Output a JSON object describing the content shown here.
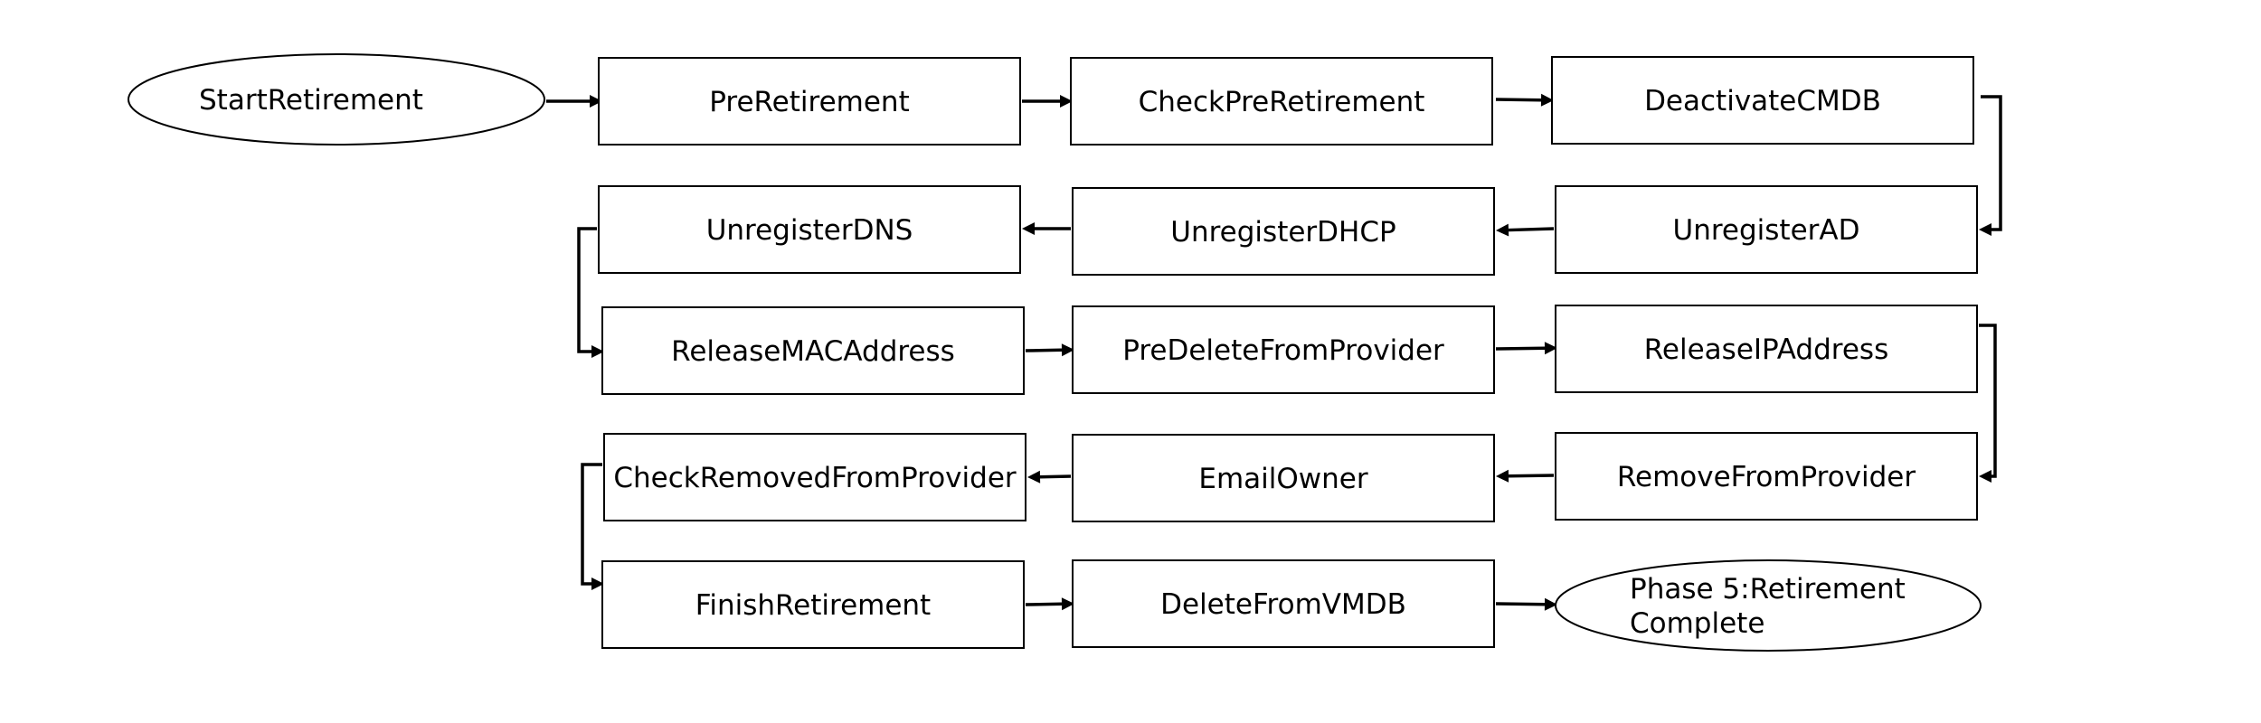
{
  "nodes": [
    {
      "id": "start",
      "label": "StartRetirement",
      "shape": "terminal"
    },
    {
      "id": "preretire",
      "label": "PreRetirement",
      "shape": "process"
    },
    {
      "id": "checkpre",
      "label": "CheckPreRetirement",
      "shape": "process"
    },
    {
      "id": "deactcmdb",
      "label": "DeactivateCMDB",
      "shape": "process"
    },
    {
      "id": "unregad",
      "label": "UnregisterAD",
      "shape": "process"
    },
    {
      "id": "unregdhcp",
      "label": "UnregisterDHCP",
      "shape": "process"
    },
    {
      "id": "unregdns",
      "label": "UnregisterDNS",
      "shape": "process"
    },
    {
      "id": "relmac",
      "label": "ReleaseMACAddress",
      "shape": "process"
    },
    {
      "id": "predelete",
      "label": "PreDeleteFromProvider",
      "shape": "process"
    },
    {
      "id": "relip",
      "label": "ReleaseIPAddress",
      "shape": "process"
    },
    {
      "id": "removeprov",
      "label": "RemoveFromProvider",
      "shape": "process"
    },
    {
      "id": "emailowner",
      "label": "EmailOwner",
      "shape": "process"
    },
    {
      "id": "checkremoved",
      "label": "CheckRemovedFromProvider",
      "shape": "process"
    },
    {
      "id": "finish",
      "label": "FinishRetirement",
      "shape": "process"
    },
    {
      "id": "delvmdb",
      "label": "DeleteFromVMDB",
      "shape": "process"
    },
    {
      "id": "complete",
      "label": "Phase 5:Retirement Complete",
      "label_lines": [
        "Phase 5:Retirement",
        "Complete"
      ],
      "shape": "terminal"
    }
  ],
  "edges": [
    {
      "from": "start",
      "to": "preretire"
    },
    {
      "from": "preretire",
      "to": "checkpre"
    },
    {
      "from": "checkpre",
      "to": "deactcmdb"
    },
    {
      "from": "deactcmdb",
      "to": "unregad"
    },
    {
      "from": "unregad",
      "to": "unregdhcp"
    },
    {
      "from": "unregdhcp",
      "to": "unregdns"
    },
    {
      "from": "unregdns",
      "to": "relmac"
    },
    {
      "from": "relmac",
      "to": "predelete"
    },
    {
      "from": "predelete",
      "to": "relip"
    },
    {
      "from": "relip",
      "to": "removeprov"
    },
    {
      "from": "removeprov",
      "to": "emailowner"
    },
    {
      "from": "emailowner",
      "to": "checkremoved"
    },
    {
      "from": "checkremoved",
      "to": "finish"
    },
    {
      "from": "finish",
      "to": "delvmdb"
    },
    {
      "from": "delvmdb",
      "to": "complete"
    }
  ]
}
